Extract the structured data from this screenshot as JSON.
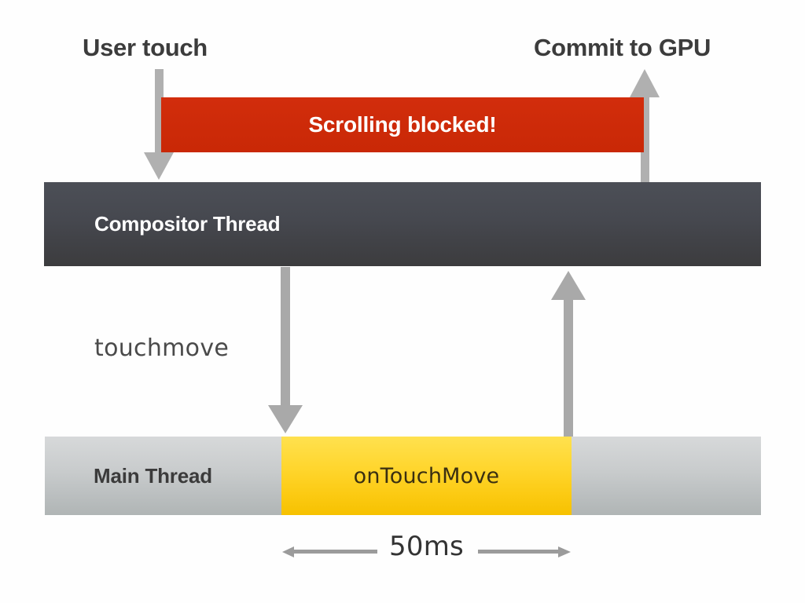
{
  "diagram": {
    "title": "Scrolling blocked by touch handler timeline",
    "background_color": "#fefefe",
    "labels": {
      "user_touch": "User touch",
      "commit_to_gpu": "Commit to GPU",
      "touchmove": "touchmove",
      "duration": "50ms"
    },
    "bars": {
      "blocked": {
        "label": "Scrolling blocked!",
        "color": "#ce2b0b",
        "text_color": "#ffffff"
      },
      "compositor": {
        "label": "Compositor Thread",
        "color": "#45474e",
        "text_color": "#ffffff"
      },
      "main_thread": {
        "label": "Main Thread",
        "color": "#c6c9ca",
        "text_color": "#3b3b3b"
      },
      "on_touch_move": {
        "label": "onTouchMove",
        "color": "#ffd42c",
        "text_color": "#3a2f11"
      }
    },
    "arrows": [
      {
        "name": "user-touch-down-arrow",
        "direction": "down",
        "color": "#aaaaaa"
      },
      {
        "name": "commit-to-gpu-up-arrow",
        "direction": "up",
        "color": "#aaaaaa"
      },
      {
        "name": "touchmove-down-arrow",
        "direction": "down",
        "color": "#a8a8a8"
      },
      {
        "name": "return-up-arrow",
        "direction": "up",
        "color": "#a8a8a8"
      },
      {
        "name": "measure-left-arrow",
        "direction": "left",
        "color": "#9a9a9a"
      },
      {
        "name": "measure-right-arrow",
        "direction": "right",
        "color": "#9a9a9a"
      }
    ]
  }
}
